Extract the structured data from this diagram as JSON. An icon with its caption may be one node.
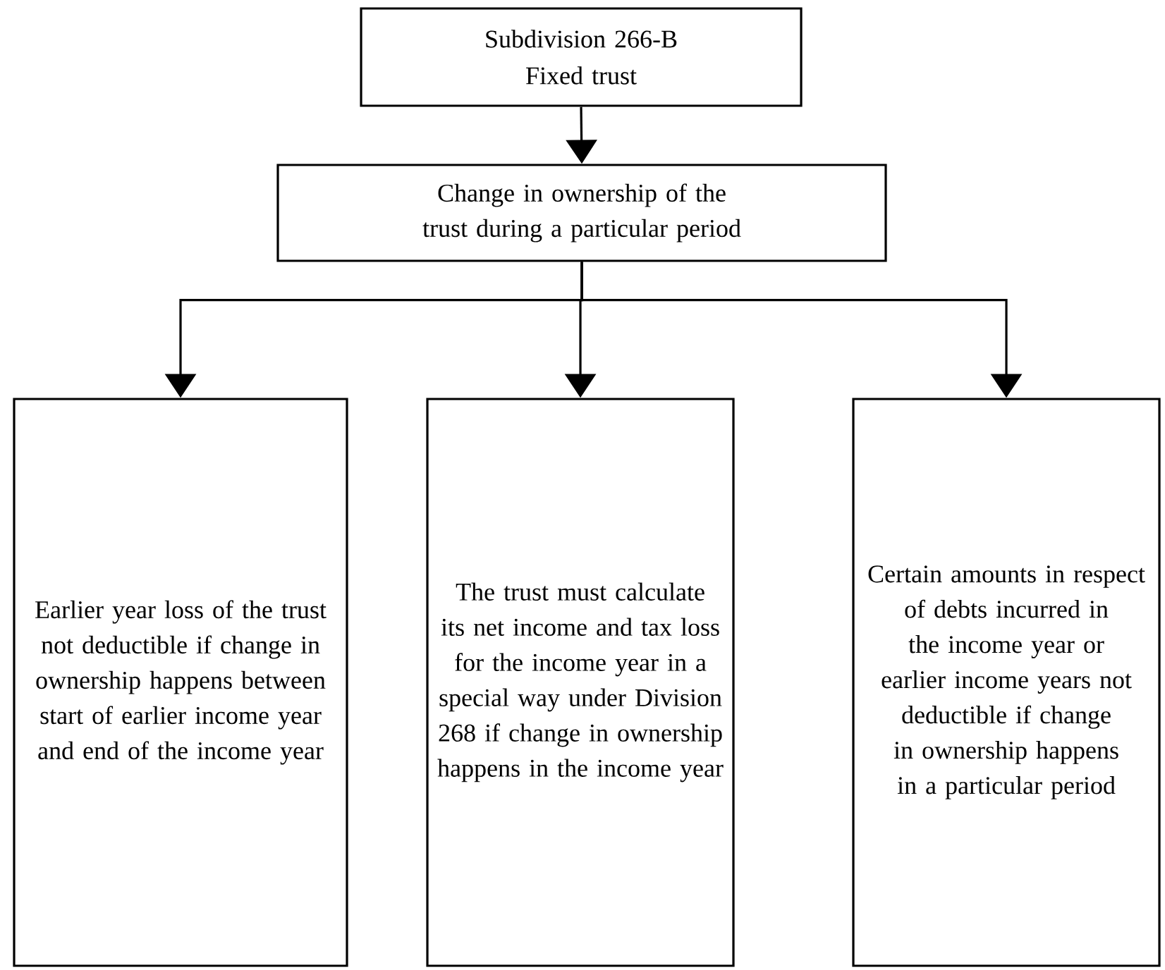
{
  "diagram": {
    "nodes": [
      {
        "text": [
          "Subdivision 266-B",
          "Fixed trust"
        ]
      },
      {
        "text": [
          "Change in ownership of the trust during a particular period"
        ]
      },
      {
        "text": [
          "Earlier year loss of the trust not deductible if change in ownership happens between start of earlier income year and end of the income year"
        ]
      },
      {
        "text": [
          "The trust must calculate its net income and tax loss for the income year in a special way under Division 268 if change in ownership happens in the income year"
        ]
      },
      {
        "text": [
          "Certain amounts in respect of debts incurred in the income year or earlier income years not deductible if change in ownership happens in a particular period"
        ]
      }
    ],
    "edges": [
      {
        "from": 0,
        "to": 1,
        "arrow": "to"
      },
      {
        "from": 1,
        "to": 2,
        "arrow": "to"
      },
      {
        "from": 1,
        "to": 3,
        "arrow": "to"
      },
      {
        "from": 1,
        "to": 4,
        "arrow": "to"
      }
    ]
  }
}
